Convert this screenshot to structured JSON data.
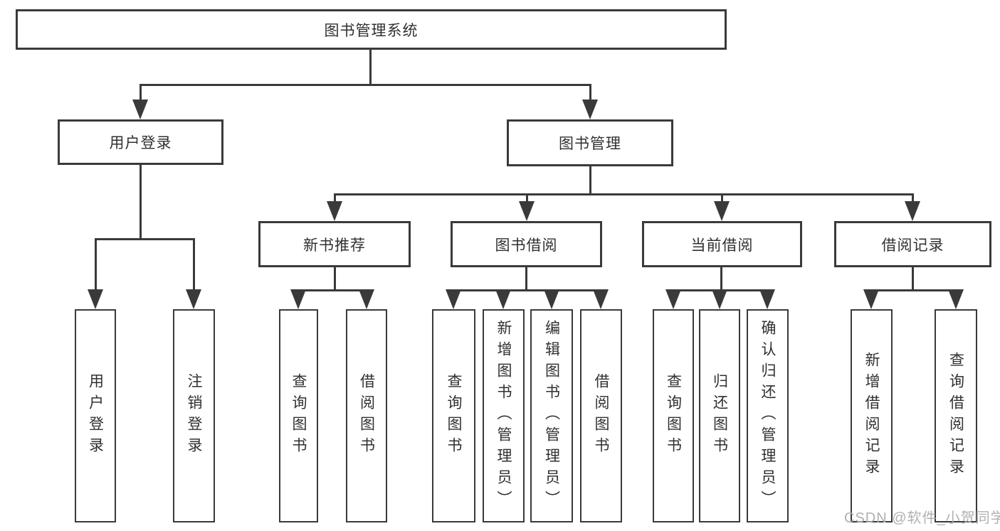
{
  "tree": {
    "root": "图书管理系统",
    "branches": [
      {
        "label": "用户登录",
        "children": [
          "用户登录",
          "注销登录"
        ]
      },
      {
        "label": "图书管理",
        "children": [
          {
            "label": "新书推荐",
            "children": [
              "查询图书",
              "借阅图书"
            ]
          },
          {
            "label": "图书借阅",
            "children": [
              "查询图书",
              "新增图书（管理员）",
              "编辑图书（管理员）",
              "借阅图书"
            ]
          },
          {
            "label": "当前借阅",
            "children": [
              "查询图书",
              "归还图书",
              "确认归还（管理员）"
            ]
          },
          {
            "label": "借阅记录",
            "children": [
              "新增借阅记录",
              "查询借阅记录"
            ]
          }
        ]
      }
    ]
  },
  "watermark": "CSDN @软件_小贺同学",
  "colors": {
    "line": "#3a3a3a",
    "text": "#303030",
    "watermark": "#b0b0b0",
    "background": "#ffffff"
  }
}
